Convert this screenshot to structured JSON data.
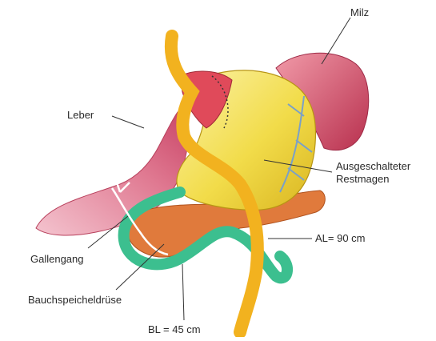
{
  "labels": {
    "milz": "Milz",
    "leber": "Leber",
    "restmagen": "Ausgeschalteter\nRestmagen",
    "gallengang": "Gallengang",
    "bauchspeicheldruese": "Bauchspeicheldrüse",
    "al": "AL= 90 cm",
    "bl": "BL = 45 cm"
  },
  "colors": {
    "liver": "#d85a78",
    "liver_light": "#f2b6c2",
    "spleen": "#c9405e",
    "stomach": "#f2dc4a",
    "stomach_light": "#fbf2a8",
    "alimentary_limb": "#f2b21f",
    "biliary_limb": "#3cbf8f",
    "pancreas": "#e07a3c",
    "pouch_red": "#e04a5a",
    "duct": "#ffffff",
    "leader": "#333333"
  }
}
